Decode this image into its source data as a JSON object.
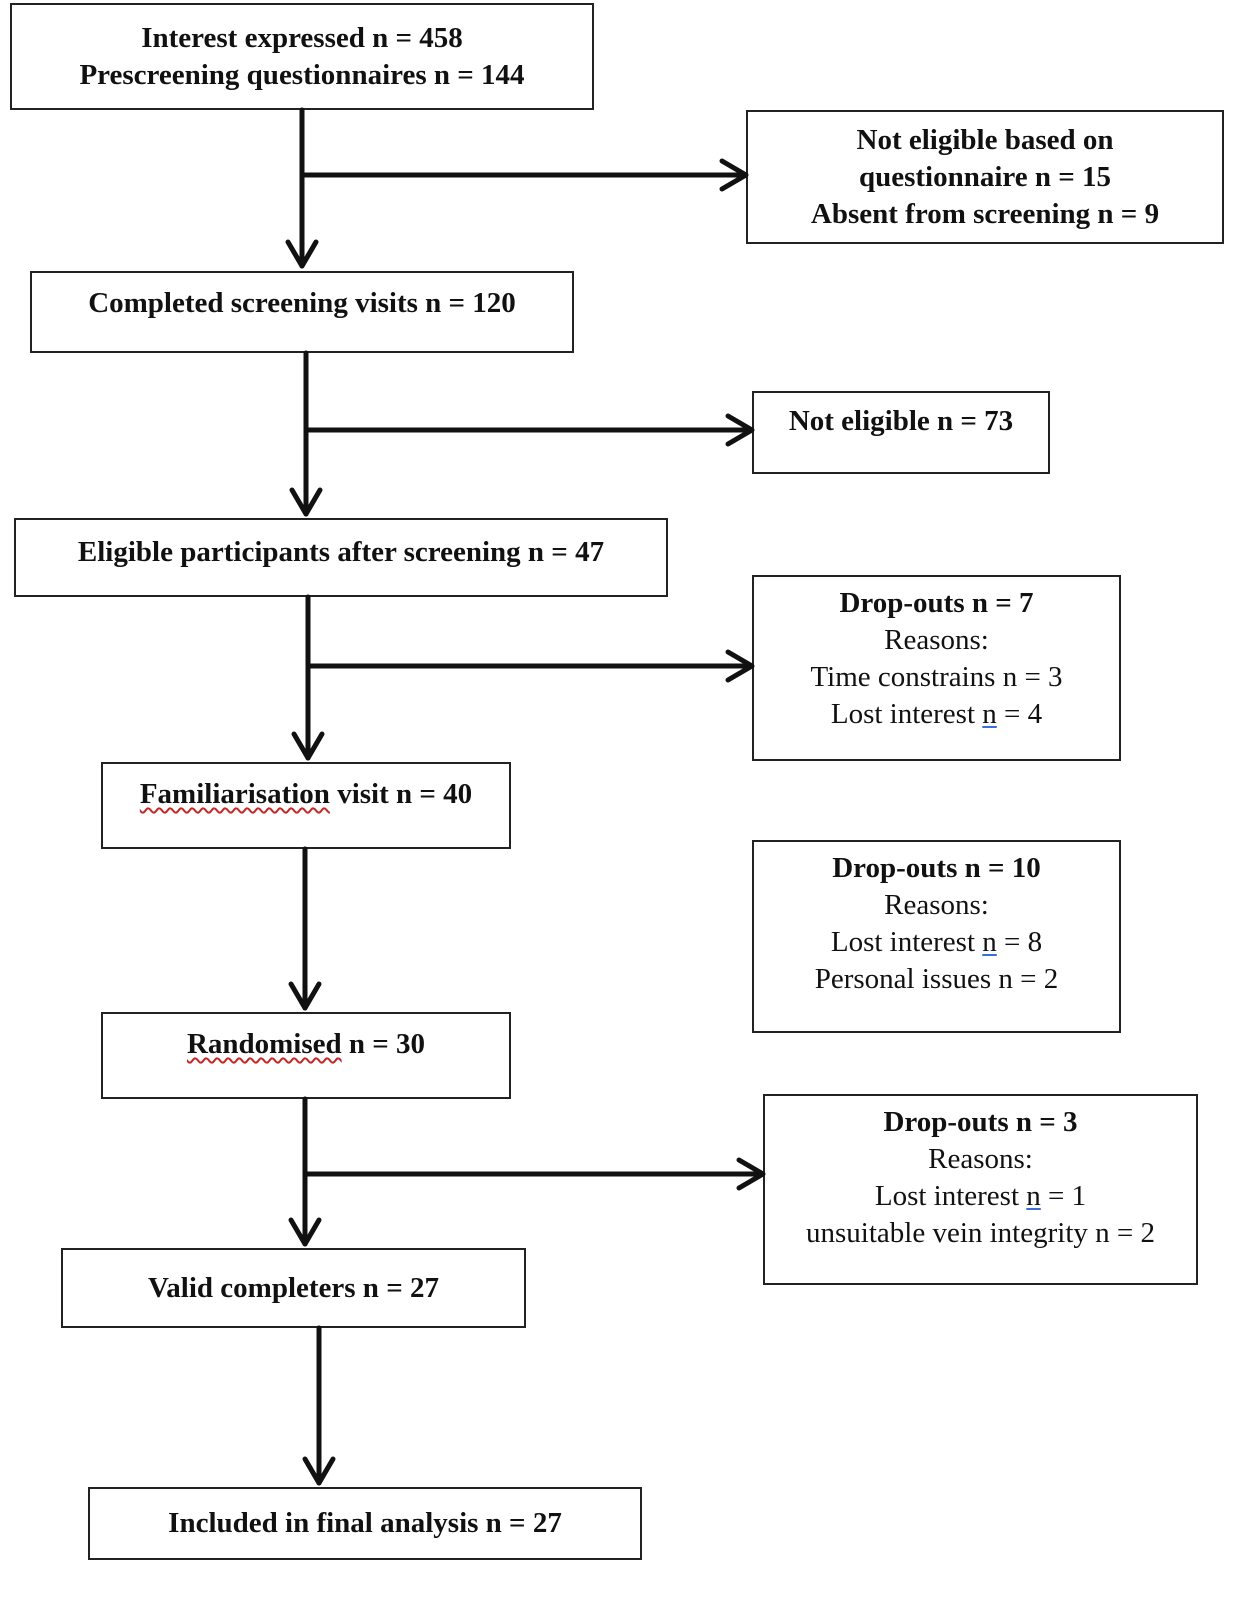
{
  "main_flow": {
    "interest": {
      "line1": "Interest expressed n = 458",
      "line2": "Prescreening questionnaires n = 144"
    },
    "screening": {
      "line1": "Completed screening visits n = 120"
    },
    "eligible": {
      "line1": "Eligible participants after screening n = 47"
    },
    "familiarisation": {
      "word": "Familiarisation",
      "rest": " visit n = 40"
    },
    "randomised": {
      "word": "Randomised",
      "rest": " n = 30"
    },
    "completers": {
      "line1": "Valid completers n = 27"
    },
    "final": {
      "line1": "Included in final analysis n = 27"
    }
  },
  "side_boxes": {
    "not_eligible_q": {
      "line1": "Not eligible based on",
      "line2": "questionnaire n = 15",
      "line3": "Absent from screening n = 9"
    },
    "not_eligible": {
      "line1": "Not eligible n = 73"
    },
    "dropouts_1": {
      "title": "Drop-outs n = 7",
      "reasons": "Reasons:",
      "r1": "Time constrains n = 3",
      "r2a": "Lost interest ",
      "r2n": "n",
      "r2b": " = 4"
    },
    "dropouts_2": {
      "title": "Drop-outs n = 10",
      "reasons": "Reasons:",
      "r1a": "Lost interest ",
      "r1n": "n",
      "r1b": " = 8",
      "r2": "Personal issues n = 2"
    },
    "dropouts_3": {
      "title": "Drop-outs n = 3",
      "reasons": "Reasons:",
      "r1a": "Lost interest ",
      "r1n": "n",
      "r1b": " = 1",
      "r2": "unsuitable vein integrity n = 2"
    }
  },
  "colors": {
    "line": "#111111",
    "spell_underline": "#c62828",
    "grammar_underline": "#3a6fd8"
  }
}
